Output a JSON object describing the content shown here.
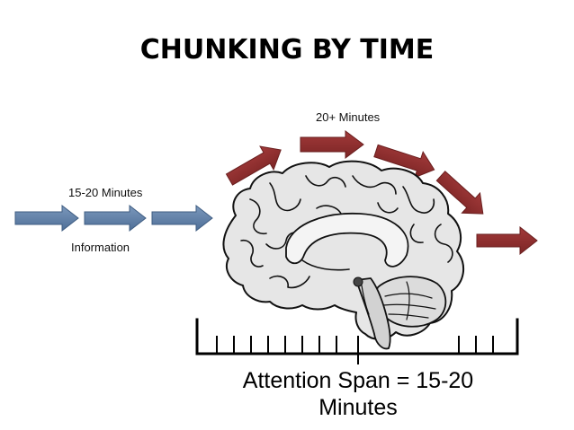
{
  "title": "CHUNKING BY TIME",
  "labels": {
    "left_time": "15-20 Minutes",
    "left_info": "Information",
    "top_time": "20+ Minutes"
  },
  "caption": {
    "line1": "Attention Span = 15-20",
    "line2": "Minutes"
  },
  "colors": {
    "blue_arrow": "#5f7fa6",
    "red_arrow": "#8b2e2e",
    "brain_fill": "#e6e6e6"
  },
  "icons": [
    "brain-icon"
  ]
}
